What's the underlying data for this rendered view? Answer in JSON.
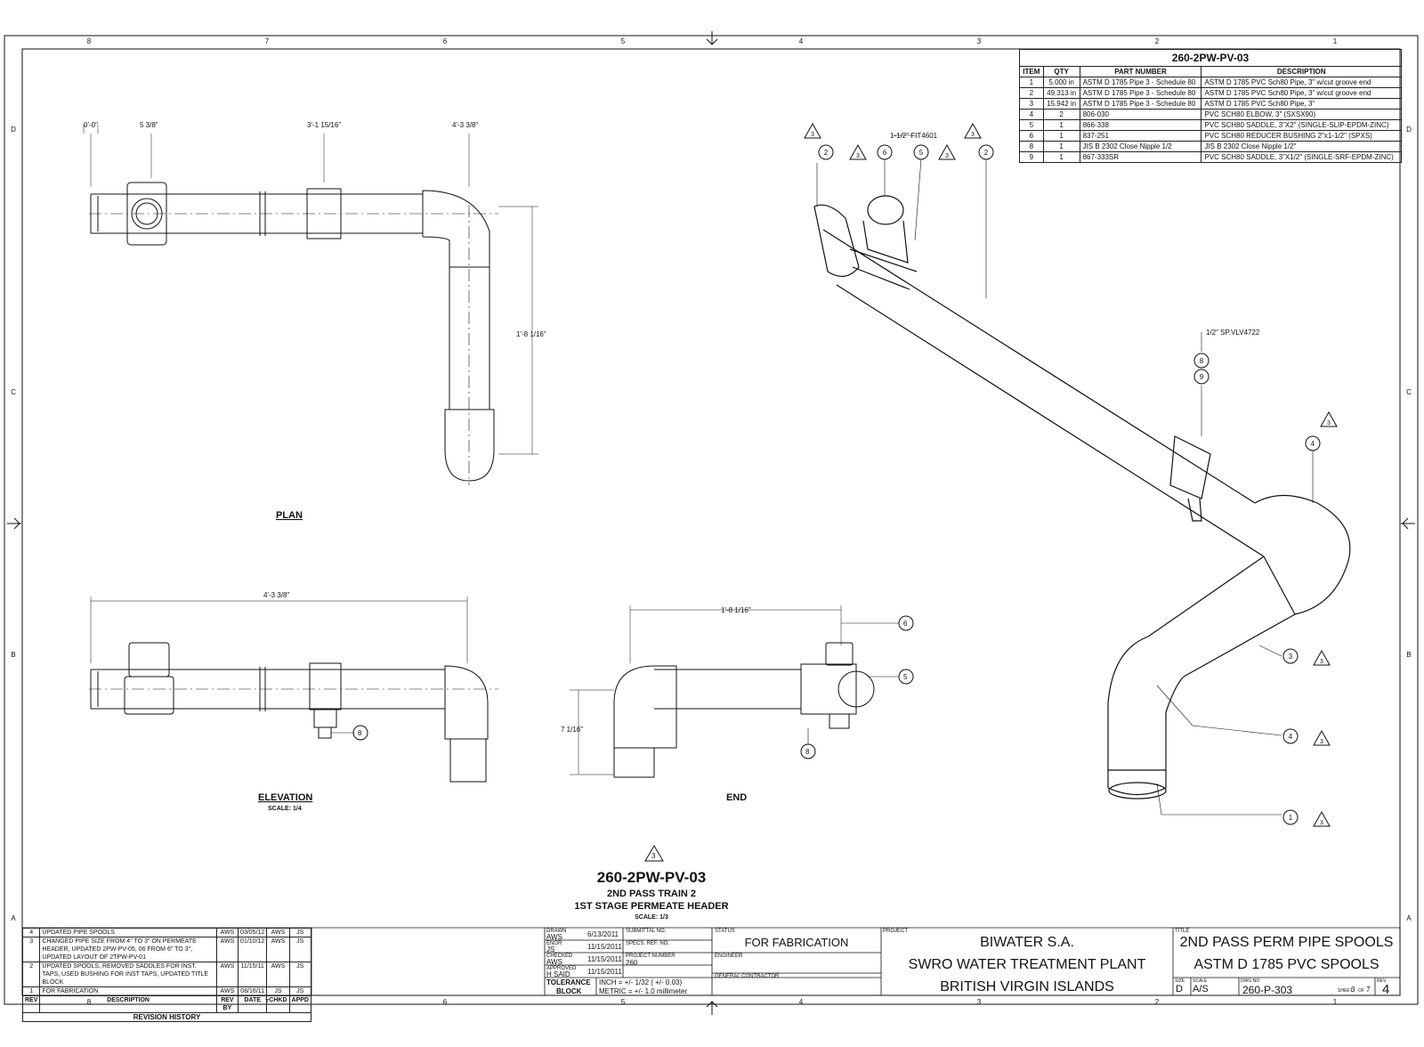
{
  "zones": {
    "columns": [
      "8",
      "7",
      "6",
      "5",
      "4",
      "3",
      "2",
      "1"
    ],
    "rows": [
      "D",
      "C",
      "B",
      "A"
    ]
  },
  "bom": {
    "title": "260-2PW-PV-03",
    "headers": [
      "ITEM",
      "QTY",
      "PART NUMBER",
      "DESCRIPTION"
    ],
    "rows": [
      {
        "item": "1",
        "qty": "5.000 in",
        "part": "ASTM D 1785 Pipe 3 - Schedule 80",
        "desc": "ASTM D 1785 PVC Sch80 Pipe, 3\" w/cut groove end"
      },
      {
        "item": "2",
        "qty": "49.313 in",
        "part": "ASTM D 1785 Pipe 3 - Schedule 80",
        "desc": "ASTM D 1785 PVC Sch80 Pipe, 3\" w/cut groove end"
      },
      {
        "item": "3",
        "qty": "15.942 in",
        "part": "ASTM D 1785 Pipe 3 - Schedule 80",
        "desc": "ASTM D 1785 PVC Sch80 Pipe, 3\""
      },
      {
        "item": "4",
        "qty": "2",
        "part": "806-030",
        "desc": "PVC SCH80 ELBOW, 3\" (SXSX90)"
      },
      {
        "item": "5",
        "qty": "1",
        "part": "866-338",
        "desc": "PVC SCH80 SADDLE, 3\"X2\" (SINGLE-SLIP-EPDM-ZINC)"
      },
      {
        "item": "6",
        "qty": "1",
        "part": "837-251",
        "desc": "PVC SCH80 REDUCER BUSHING 2\"x1-1/2\" (SPXS)"
      },
      {
        "item": "8",
        "qty": "1",
        "part": "JIS B 2302 Close Nipple 1/2",
        "desc": "JIS B 2302 Close Nipple 1/2\""
      },
      {
        "item": "9",
        "qty": "1",
        "part": "867-333SR",
        "desc": "PVC SCH80 SADDLE, 3\"X1/2\" (SINGLE-SRF-EPDM-ZINC)"
      }
    ]
  },
  "plan": {
    "label": "PLAN",
    "dims": {
      "d0": "0'-0\"",
      "d1": "5 3/8\"",
      "d2": "3'-1 15/16\"",
      "d3": "4'-3 3/8\"",
      "vert": "1'-8 1/16\""
    }
  },
  "elevation": {
    "label": "ELEVATION",
    "scale": "SCALE: 1/4",
    "dim": "4'-3 3/8\"",
    "balloon": "8"
  },
  "end": {
    "label": "END",
    "dim_h": "1'-8 1/16\"",
    "dim_v": "7 1/16\"",
    "balloons": [
      "6",
      "5",
      "8"
    ]
  },
  "iso": {
    "notes": {
      "fit": "1-1/2\" FIT4601",
      "valve": "1/2\" SP.VLV4722"
    },
    "balloons": [
      "2",
      "6",
      "5",
      "2",
      "8",
      "9",
      "4",
      "3",
      "4",
      "1"
    ],
    "rev_marker": "3"
  },
  "drawing": {
    "rev_marker": "3",
    "number": "260-2PW-PV-03",
    "line1": "2ND PASS TRAIN 2",
    "line2": "1ST STAGE PERMEATE HEADER",
    "scale": "SCALE: 1/3"
  },
  "revisions": {
    "rows": [
      {
        "rev": "4",
        "desc": "UPDATED PIPE SPOOLS",
        "by": "AWS",
        "date": "03/05/12",
        "chkd": "AWS",
        "appd": "JS"
      },
      {
        "rev": "3",
        "desc": "CHANGED PIPE SIZE FROM 4\" TO 3\" ON PERMEATE HEADER, UPDATED 2PW-PV-05, 06 FROM 6\" TO 3\", UPDATED LAYOUT OF 2TPW-PV-01",
        "by": "AWS",
        "date": "01/10/12",
        "chkd": "AWS",
        "appd": "JS"
      },
      {
        "rev": "2",
        "desc": "UPDATED SPOOLS, REMOVED SADDLES FOR INST. TAPS, USED BUSHING FOR INST TAPS, UPDATED TITLE BLOCK",
        "by": "AWS",
        "date": "11/15/11",
        "chkd": "AWS",
        "appd": "JS"
      },
      {
        "rev": "1",
        "desc": "FOR FABRICATION",
        "by": "AWS",
        "date": "08/16/11",
        "chkd": "JS",
        "appd": "JS"
      }
    ],
    "headers": [
      "REV",
      "DESCRIPTION",
      "REV BY",
      "DATE",
      "CHKD",
      "APPD"
    ],
    "footer": "REVISION HISTORY"
  },
  "title_block": {
    "drawn_label": "DRAWN",
    "drawn_by": "AWS",
    "drawn_date": "6/13/2011",
    "engr_label": "ENGR",
    "engr_by": "JS",
    "engr_date": "11/15/2011",
    "checked_label": "CHECKED",
    "checked_by": "AWS",
    "checked_date": "11/15/2011",
    "approved_label": "APPROVED",
    "approved_by": "H SAID",
    "approved_date": "11/15/2011",
    "submittal_label": "SUBMITTAL NO.",
    "spec_label": "SPECS. REF. NO.",
    "project_no_label": "PROJECT NUMBER",
    "project_no": "260",
    "tolerance_label": "TOLERANCE",
    "block_label": "BLOCK",
    "inch_tol": "INCH = +/- 1/32 ( +/- 0.03)",
    "metric_tol": "METRIC = +/- 1.0 millimeter",
    "status_label": "STATUS",
    "status": "FOR FABRICATION",
    "engineer_label": "ENGINEER",
    "contractor_label": "GENERAL CONTRACTOR",
    "project_label": "PROJECT",
    "client": "BIWATER S.A.",
    "plant": "SWRO WATER TREATMENT PLANT",
    "location": "BRITISH VIRGIN ISLANDS",
    "title_label": "TITLE",
    "title1": "2ND PASS PERM PIPE SPOOLS",
    "title2": "ASTM D 1785 PVC SPOOLS",
    "size_label": "SIZE",
    "size": "D",
    "scale_label": "SCALE",
    "scale": "A/S",
    "dwg_label": "DWG NO",
    "dwg_no": "260-P-303",
    "sheet_label": "SHEET",
    "sheet": "3",
    "of_label": "OF",
    "sheet_total": "7",
    "rev_label": "REV",
    "rev": "4"
  },
  "colors": {
    "line": "#111111",
    "paper": "#ffffff"
  }
}
